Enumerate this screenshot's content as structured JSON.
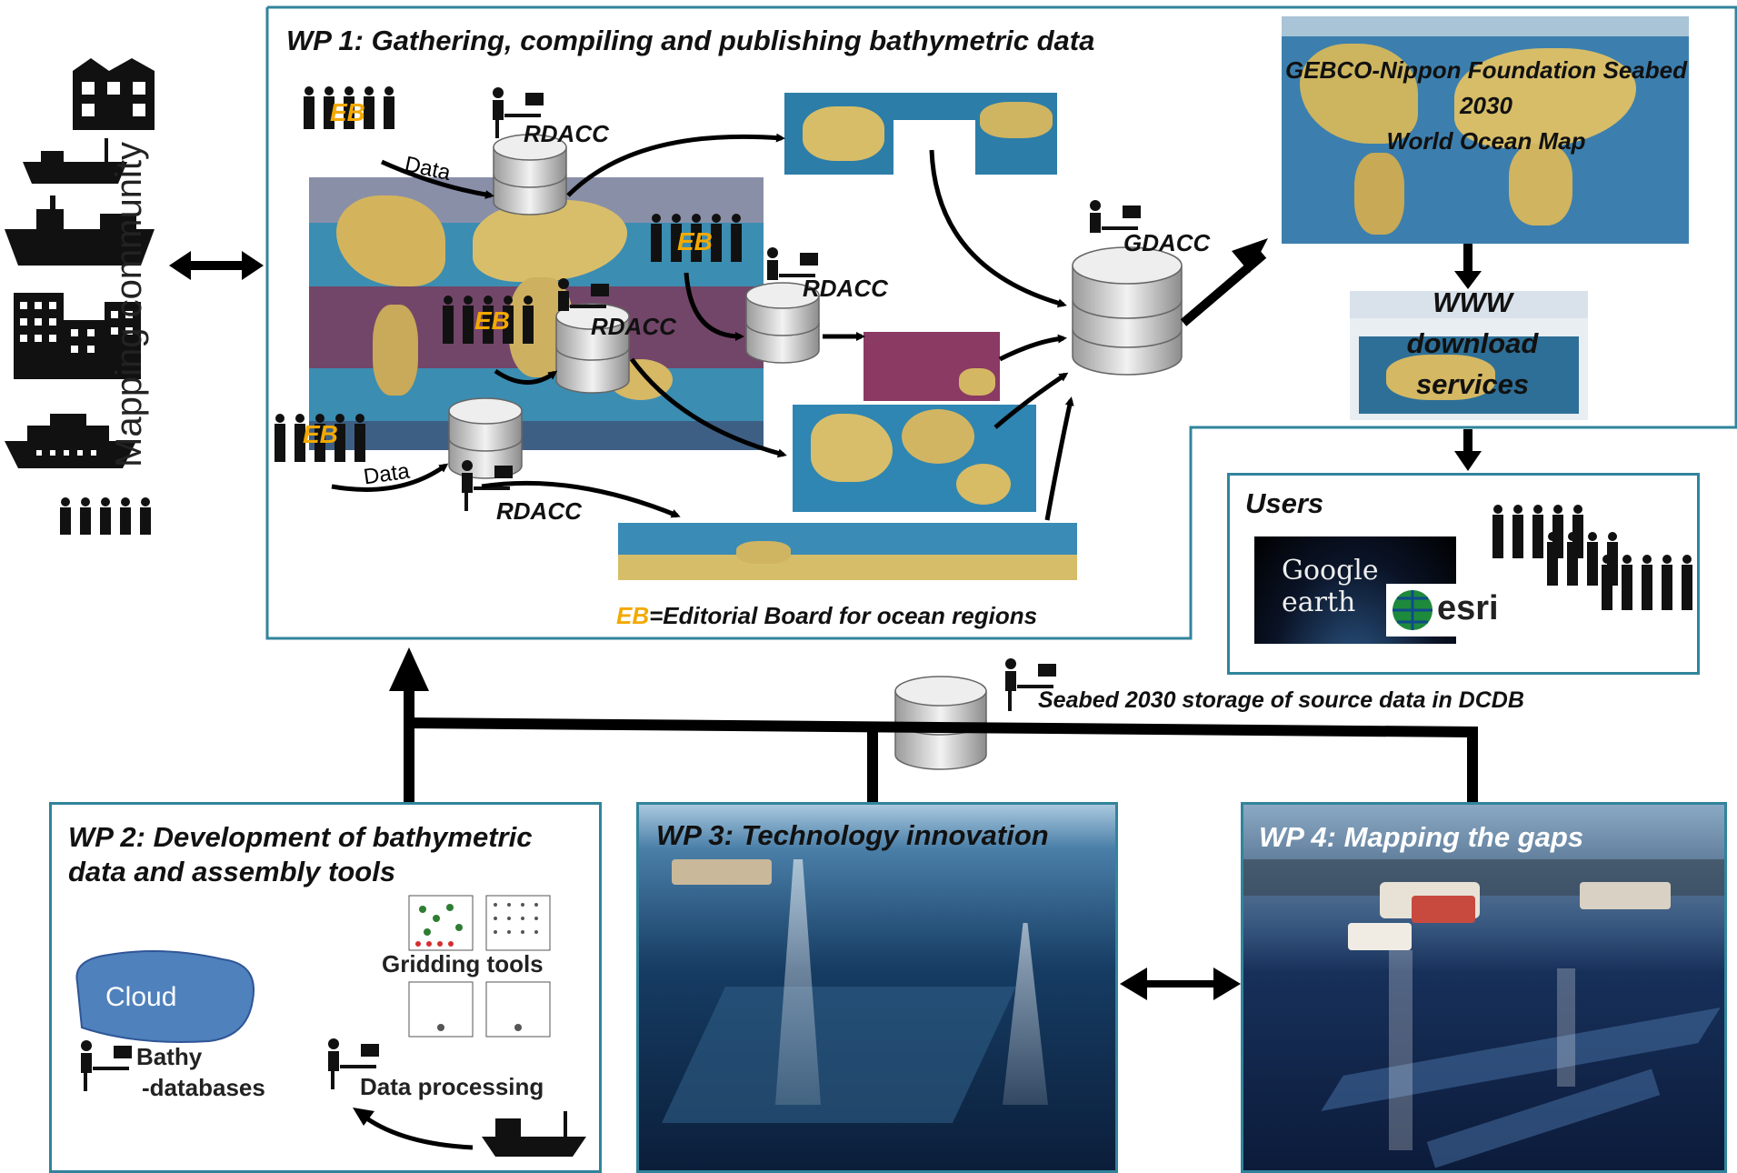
{
  "wp1": {
    "title": "WP 1: Gathering, compiling and publishing bathymetric data",
    "eb_label": "EB",
    "rdacc_label": "RDACC",
    "gdacc_label": "GDACC",
    "data_label": "Data",
    "legend_eb": "EB",
    "legend_text": "=Editorial Board for ocean regions"
  },
  "mapping_community": "Mapping community",
  "world_map": {
    "title_line1": "GEBCO-Nippon Foundation Seabed",
    "title_line2": "2030",
    "title_line3": "World Ocean Map"
  },
  "www": {
    "line1": "WWW",
    "line2": "download",
    "line3": "services"
  },
  "users": {
    "title": "Users",
    "google_earth": "Google earth",
    "esri": "esri"
  },
  "dcdb_label": "Seabed 2030 storage of source data in DCDB",
  "wp2": {
    "title_line1": "WP 2: Development of bathymetric",
    "title_line2": "data and assembly tools",
    "cloud": "Cloud",
    "gridding": "Gridding tools",
    "bathy_line1": "Bathy",
    "bathy_line2": "-databases",
    "processing": "Data processing"
  },
  "wp3": {
    "title": "WP 3: Technology innovation"
  },
  "wp4": {
    "title": "WP 4: Mapping the gaps"
  },
  "colors": {
    "frame": "#31849b",
    "eb": "#f2a900",
    "ocean": "#2f78a5",
    "land": "#d9c06a"
  }
}
